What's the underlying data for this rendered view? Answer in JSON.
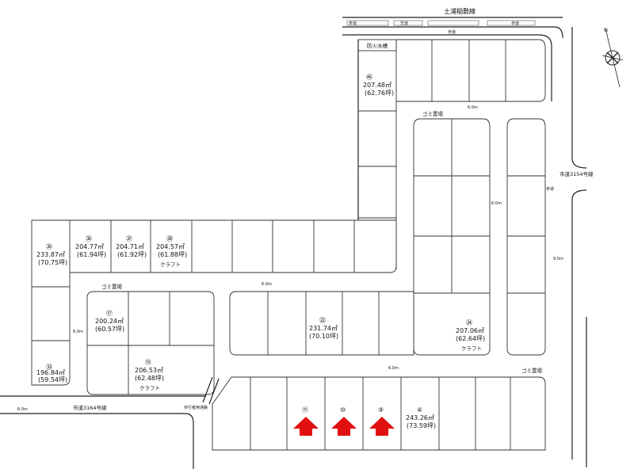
{
  "top_road": {
    "name": "土浦稲敷線",
    "sub_labels": [
      "歩道",
      "交道",
      "歩道"
    ],
    "lane_label": "歩道"
  },
  "east_road": {
    "name": "市道3154号線",
    "sidewalk": "歩道"
  },
  "south_road": {
    "name": "市道3164号線"
  },
  "walkway": "歩行者用通路",
  "fire_tank": "防火水槽",
  "garbage": "ゴミ置場",
  "widths": {
    "w1": "6.0m",
    "w2": "6.0m",
    "w3": "9.0m",
    "w4": "6.0m",
    "w5": "6.0m",
    "w6": "6.0m",
    "w7": "6.0m"
  },
  "lots": [
    {
      "no": "㊻",
      "area": "207.48㎡",
      "tsubo": "(62.76坪)"
    },
    {
      "no": "㉟",
      "area": "233.87㎡",
      "tsubo": "(70.75坪)"
    },
    {
      "no": "㊱",
      "area": "204.77㎡",
      "tsubo": "(61.94坪)"
    },
    {
      "no": "㊲",
      "area": "204.71㎡",
      "tsubo": "(61.92坪)"
    },
    {
      "no": "㊳",
      "area": "204.57㎡",
      "tsubo": "(61.88坪)",
      "note": "クラフト"
    },
    {
      "no": "⑰",
      "area": "200.24㎡",
      "tsubo": "(60.57坪)"
    },
    {
      "no": "⑮",
      "area": "206.53㎡",
      "tsubo": "(62.48坪)",
      "note": "クラフト"
    },
    {
      "no": "㉝",
      "area": "196.84㎡",
      "tsubo": "(59.54坪)"
    },
    {
      "no": "㉒",
      "area": "231.74㎡",
      "tsubo": "(70.10坪)"
    },
    {
      "no": "㉔",
      "area": "207.06㎡",
      "tsubo": "(62.64坪)",
      "note": "クラフト"
    },
    {
      "no": "⑥",
      "area": "243.26㎡",
      "tsubo": "(73.59坪)"
    }
  ],
  "highlighted_lots": [
    "⑪",
    "⑩",
    "⑨"
  ],
  "colors": {
    "highlight_arrow": "#e01010",
    "lines": "#333333"
  },
  "compass": "north-arrow-icon"
}
